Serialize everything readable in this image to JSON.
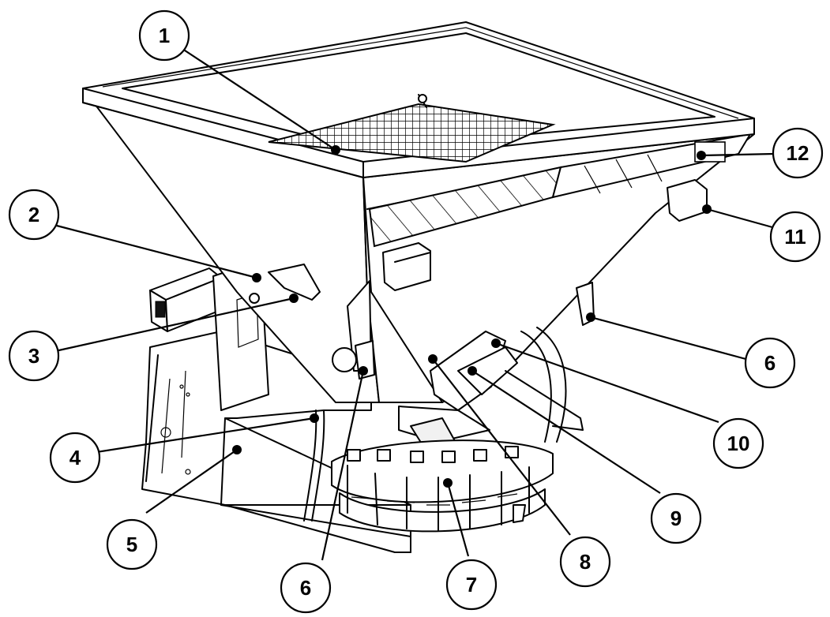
{
  "callouts": [
    {
      "label": "1"
    },
    {
      "label": "2"
    },
    {
      "label": "3"
    },
    {
      "label": "4"
    },
    {
      "label": "5"
    },
    {
      "label": "6"
    },
    {
      "label": "7"
    },
    {
      "label": "8"
    },
    {
      "label": "9"
    },
    {
      "label": "10"
    },
    {
      "label": "11"
    },
    {
      "label": "12"
    },
    {
      "label": "6"
    }
  ],
  "colors": {
    "line": "#000000",
    "background": "#ffffff"
  }
}
